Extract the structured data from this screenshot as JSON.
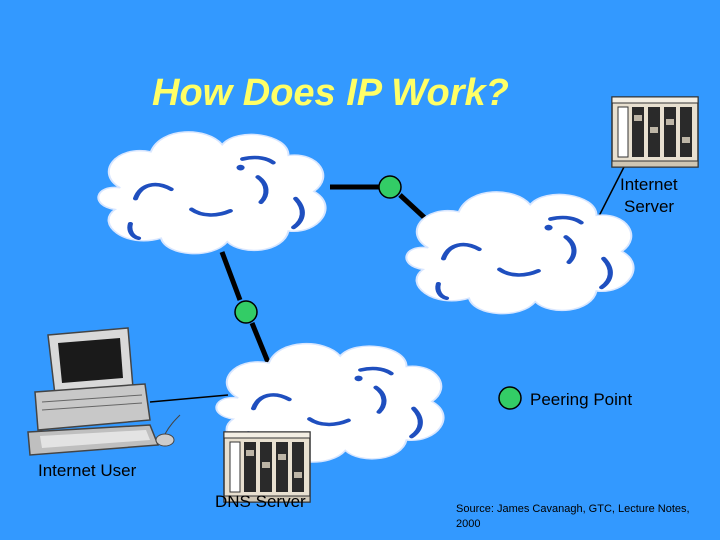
{
  "slide": {
    "title": "How Does IP Work?",
    "labels": {
      "internet_server_line1": "Internet",
      "internet_server_line2": "Server",
      "peering_point": "Peering Point",
      "internet_user": "Internet User",
      "dns_server": "DNS Server",
      "source_line1": "Source: James Cavanagh, GTC, Lecture Notes,",
      "source_line2": "2000"
    }
  },
  "colors": {
    "background": "#3399ff",
    "title": "#ffff66",
    "cloud_fill": "#ffffff",
    "cloud_stroke": "#1f4fbf",
    "peering_point": "#33cc66",
    "link": "#000000"
  },
  "icons": {
    "server": "server-rack-icon",
    "computer": "desktop-computer-icon",
    "peering_point": "circle-node-icon"
  }
}
